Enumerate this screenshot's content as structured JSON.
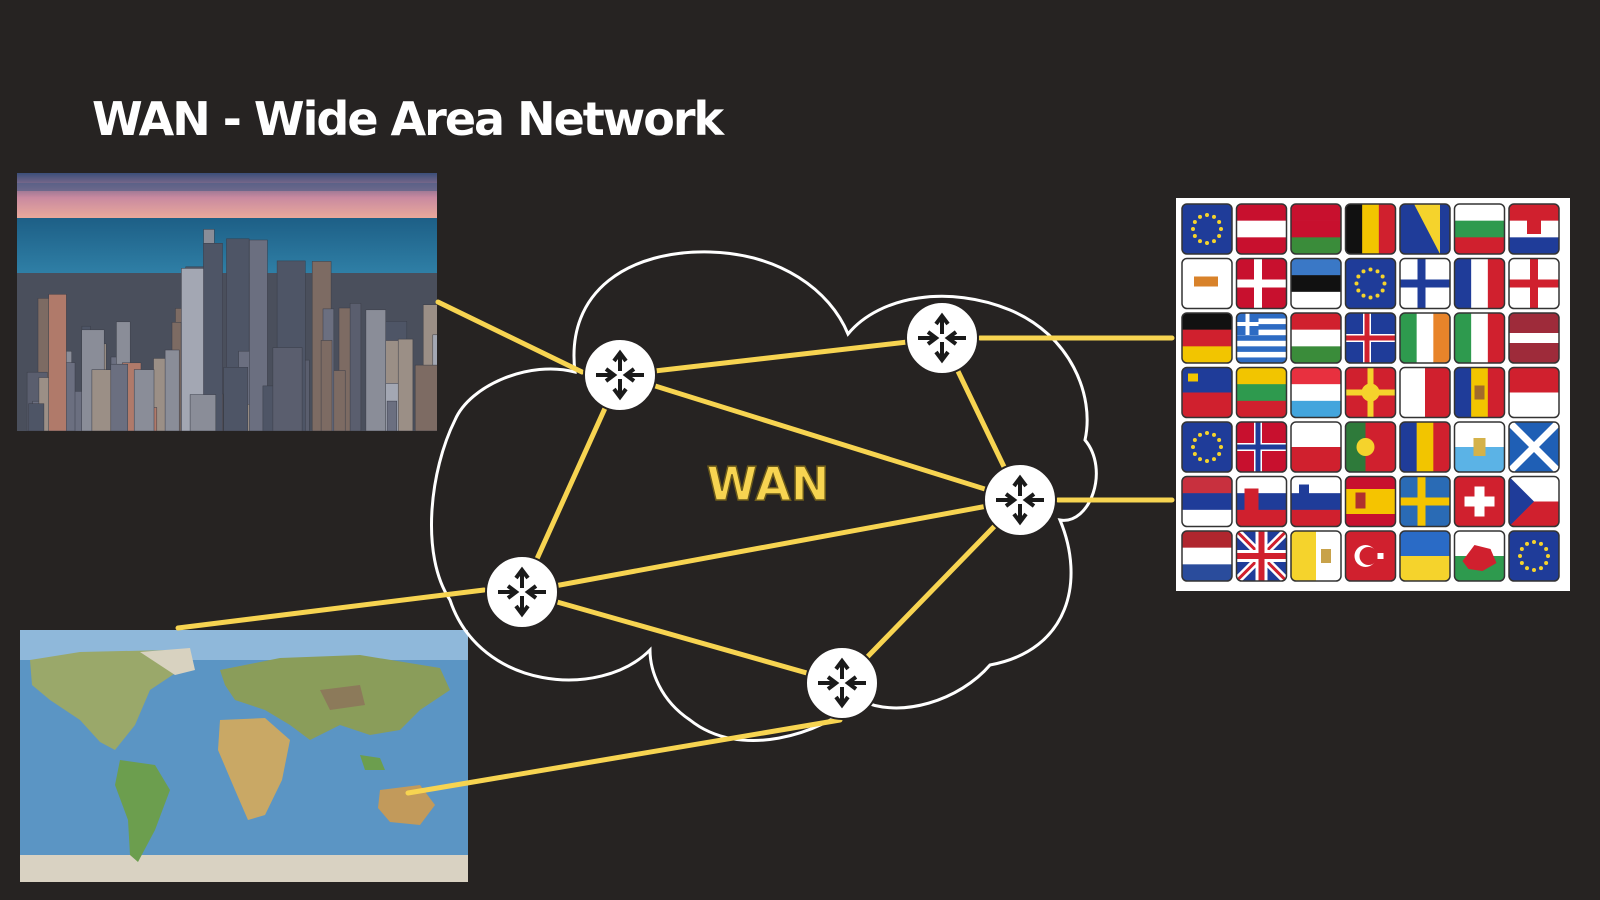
{
  "title": "WAN - Wide Area Network",
  "cloud_label": "WAN",
  "colors": {
    "background": "#262322",
    "link": "#f7d451",
    "cloud_outline": "#ffffff",
    "router_fill": "#ffffff",
    "router_arrows": "#1a1a1a",
    "cloud_label": "#f7d451"
  },
  "images": [
    {
      "name": "city-skyline-photo",
      "description_icon": "city-photo"
    },
    {
      "name": "world-map",
      "description_icon": "map"
    },
    {
      "name": "european-flags-grid",
      "description_icon": "flags"
    }
  ],
  "routers": [
    "router-top-left",
    "router-top-right",
    "router-right",
    "router-left",
    "router-bottom"
  ],
  "links": [
    [
      "router-top-left",
      "router-top-right"
    ],
    [
      "router-top-left",
      "router-right"
    ],
    [
      "router-top-left",
      "router-left"
    ],
    [
      "router-top-right",
      "router-right"
    ],
    [
      "router-left",
      "router-right"
    ],
    [
      "router-left",
      "router-bottom"
    ],
    [
      "router-bottom",
      "router-right"
    ],
    [
      "city-skyline-photo",
      "router-top-left"
    ],
    [
      "world-map",
      "router-left"
    ],
    [
      "world-map",
      "router-bottom"
    ],
    [
      "router-top-right",
      "european-flags-grid"
    ],
    [
      "router-right",
      "european-flags-grid"
    ]
  ]
}
